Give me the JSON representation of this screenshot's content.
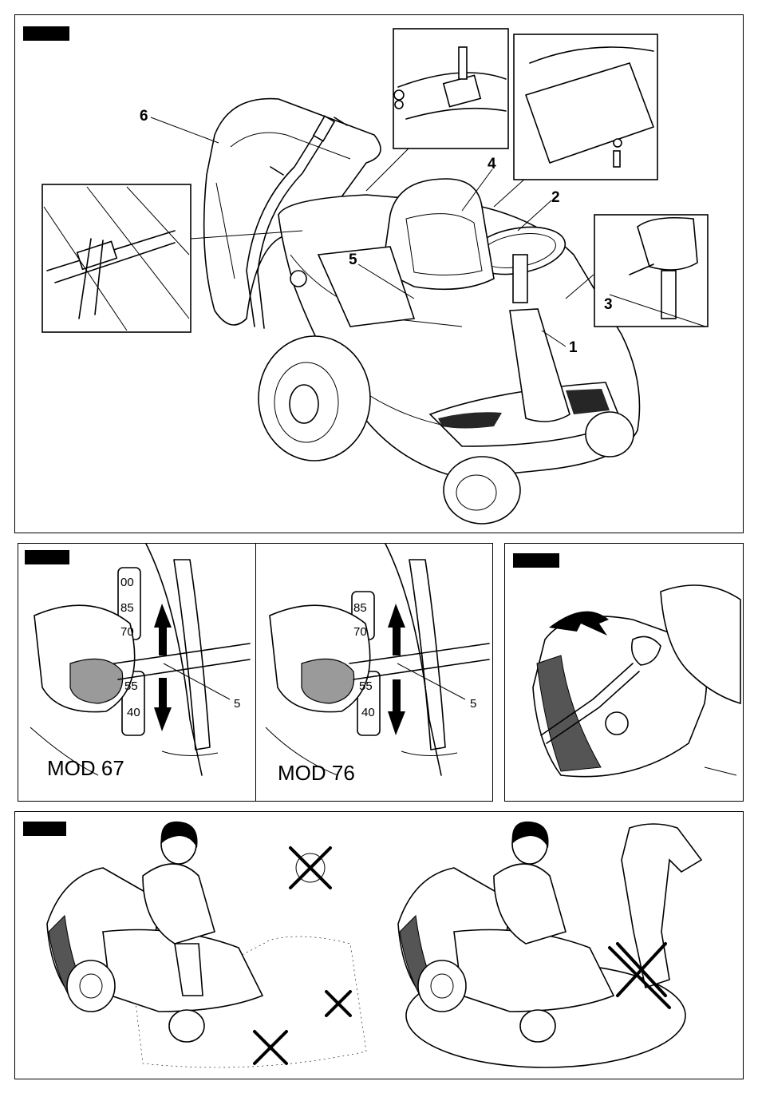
{
  "figure1": {
    "callouts": [
      "1",
      "2",
      "3",
      "4",
      "5",
      "6"
    ]
  },
  "figure2": {
    "left_model": "MOD 67",
    "right_model": "MOD 76",
    "left_scale": [
      "00",
      "85",
      "70",
      "55",
      "40"
    ],
    "right_scale": [
      "85",
      "70",
      "55",
      "40"
    ],
    "lever_label": "5"
  }
}
